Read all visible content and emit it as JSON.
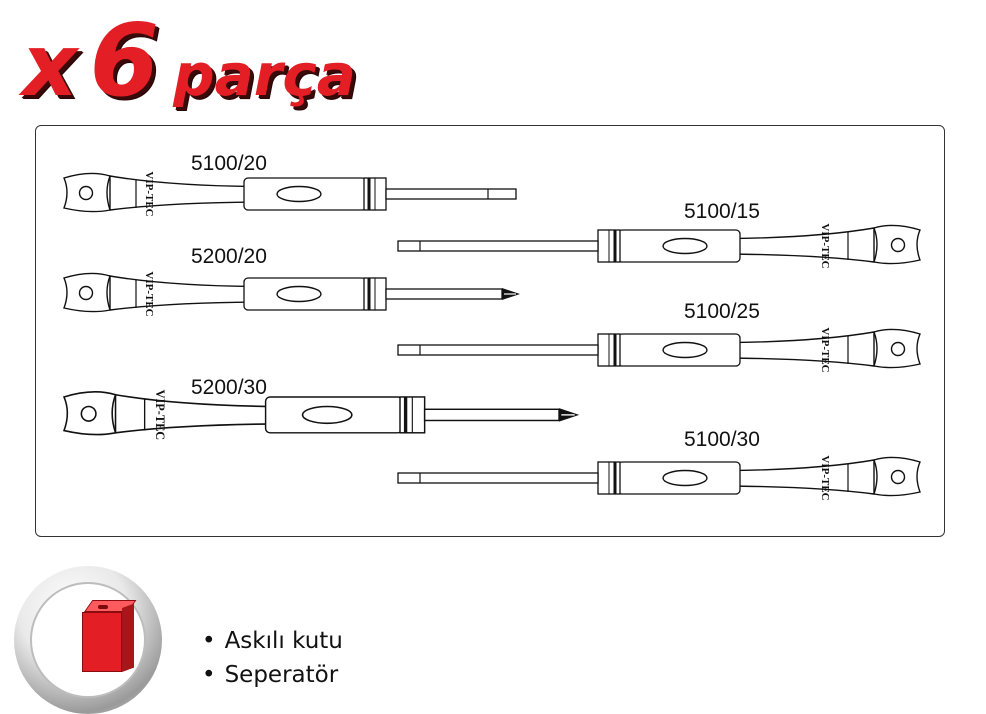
{
  "headline": {
    "prefix": "x",
    "count": "6",
    "word": "parça"
  },
  "brand": "VIP-TEC",
  "screwdrivers": [
    {
      "code": "5100/20",
      "tip": "flat"
    },
    {
      "code": "5100/15",
      "tip": "flat"
    },
    {
      "code": "5200/20",
      "tip": "phillips"
    },
    {
      "code": "5100/25",
      "tip": "flat"
    },
    {
      "code": "5200/30",
      "tip": "phillips"
    },
    {
      "code": "5100/30",
      "tip": "flat"
    }
  ],
  "features": [
    "Askılı kutu",
    "Seperatör"
  ],
  "colors": {
    "accent": "#e31e24",
    "outline": "#111111"
  }
}
